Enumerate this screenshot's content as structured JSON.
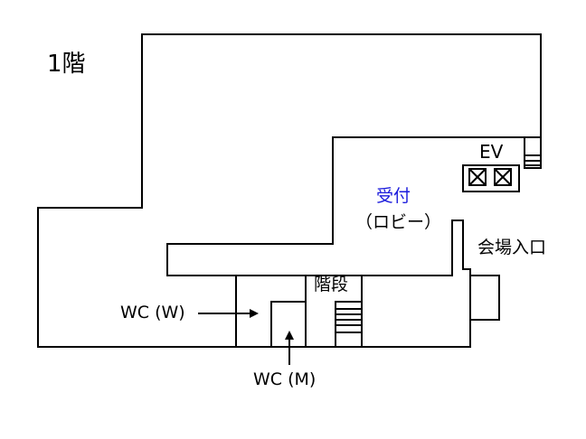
{
  "floor": {
    "label": "1階"
  },
  "rooms": {
    "reception": "受付",
    "lobby": "（ロビー）",
    "elevator": "EV",
    "venue_entrance": "会場入口",
    "stairs": "階段",
    "wc_women": "WC (W)",
    "wc_men": "WC (M)"
  },
  "colors": {
    "reception_text": "#1a1adc",
    "lines": "#000000",
    "background": "#ffffff"
  }
}
